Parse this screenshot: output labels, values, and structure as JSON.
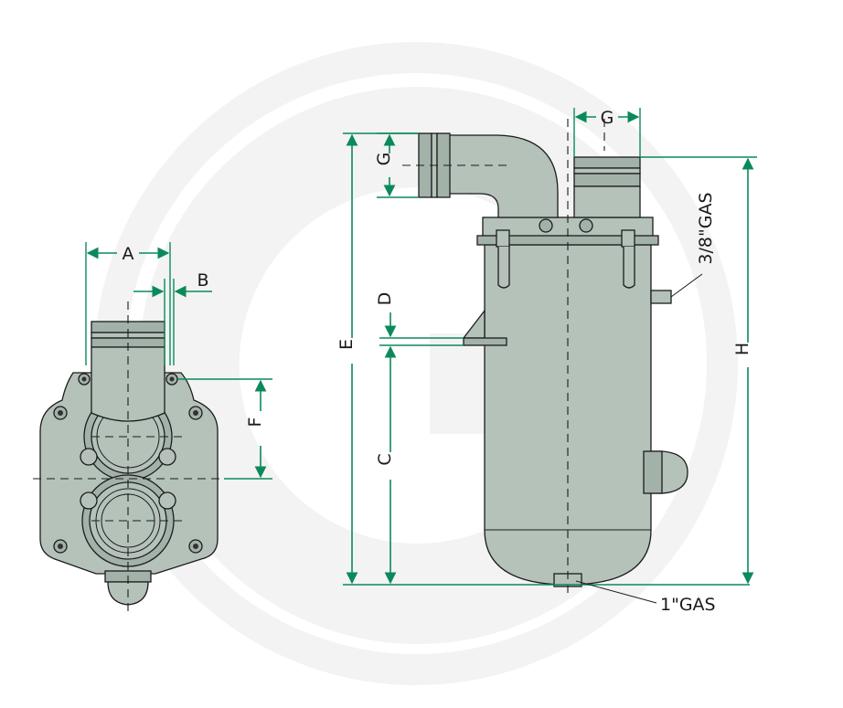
{
  "labels": {
    "a": "A",
    "b": "B",
    "c": "C",
    "d": "D",
    "e": "E",
    "f": "F",
    "g_top": "G",
    "g_side": "G",
    "h": "H",
    "gas_small": "3/8\"GAS",
    "gas_large": "1\"GAS"
  },
  "colors": {
    "dimension": "#0a8a5a",
    "part_fill": "#b4c2ba",
    "watermark": "#f2f2f2"
  }
}
